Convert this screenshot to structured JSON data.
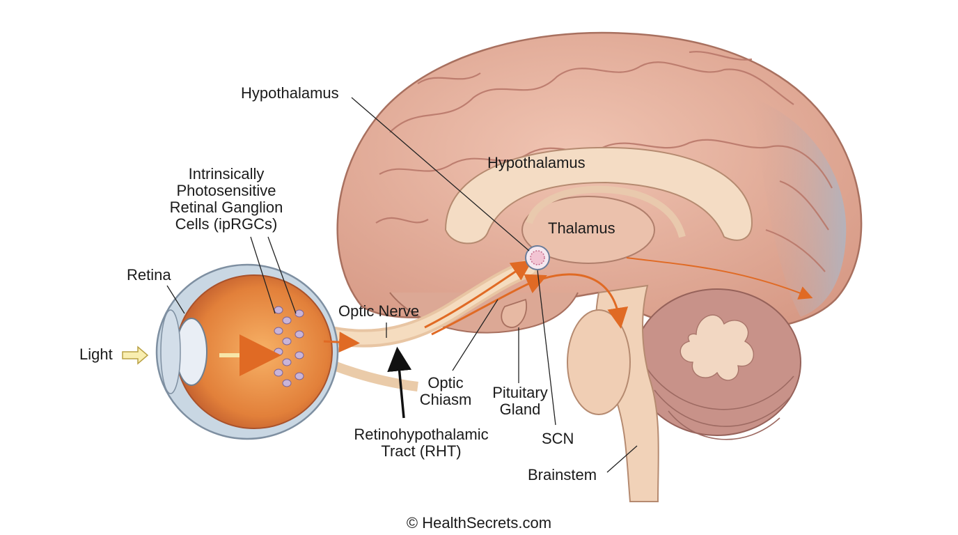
{
  "labels": {
    "hypothalamus_top": "Hypothalamus",
    "hypothalamus_inner": "Hypothalamus",
    "thalamus": "Thalamus",
    "iprgc_line1": "Intrinsically",
    "iprgc_line2": "Photosensitive",
    "iprgc_line3": "Retinal Ganglion",
    "iprgc_line4": "Cells (ipRGCs)",
    "retina": "Retina",
    "light": "Light",
    "optic_nerve": "Optic Nerve",
    "optic_chiasm_line1": "Optic",
    "optic_chiasm_line2": "Chiasm",
    "pituitary_line1": "Pituitary",
    "pituitary_line2": "Gland",
    "scn": "SCN",
    "rht_line1": "Retinohypothalamic",
    "rht_line2": "Tract (RHT)",
    "brainstem": "Brainstem"
  },
  "credit": "© HealthSecrets.com",
  "colors": {
    "brain": "#e8b3a0",
    "brain_dark": "#c98a79",
    "corpus": "#f4dcc4",
    "eye_inner": "#e98a3f",
    "nerve": "#f3d7b4",
    "tract_arrow": "#e06a24",
    "cerebellum": "#c98f88",
    "occipital_blue": "#b7bcc7"
  }
}
